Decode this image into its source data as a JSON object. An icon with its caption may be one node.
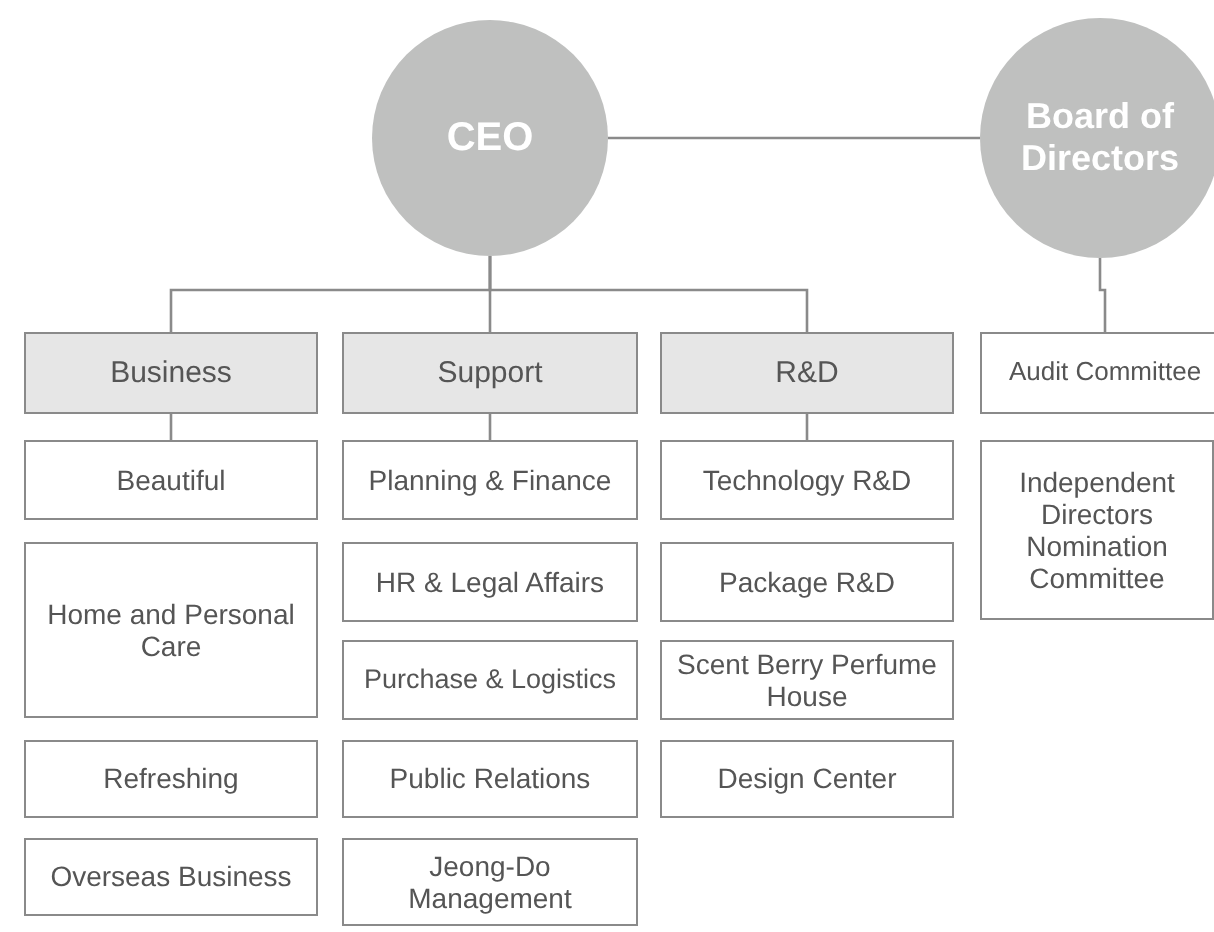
{
  "diagram": {
    "nodes": [
      {
        "text": [
          "CEO"
        ]
      },
      {
        "text": [
          "Board of Directors"
        ]
      },
      {
        "text": [
          "Business"
        ]
      },
      {
        "text": [
          "Support"
        ]
      },
      {
        "text": [
          "R&D"
        ]
      },
      {
        "text": [
          "Audit Committee"
        ]
      },
      {
        "text": [
          "Beautiful"
        ]
      },
      {
        "text": [
          "Home and Personal Care"
        ]
      },
      {
        "text": [
          "Refreshing"
        ]
      },
      {
        "text": [
          "Overseas Business"
        ]
      },
      {
        "text": [
          "Planning & Finance"
        ]
      },
      {
        "text": [
          "HR & Legal Affairs"
        ]
      },
      {
        "text": [
          "Purchase & Logistics"
        ]
      },
      {
        "text": [
          "Public Relations"
        ]
      },
      {
        "text": [
          "Jeong-Do Management"
        ]
      },
      {
        "text": [
          "Technology R&D"
        ]
      },
      {
        "text": [
          "Package R&D"
        ]
      },
      {
        "text": [
          "Scent Berry Perfume House"
        ]
      },
      {
        "text": [
          "Design Center"
        ]
      },
      {
        "text": [
          "Independent Directors Nomination Committee"
        ]
      }
    ],
    "edges": [
      {
        "from": 0,
        "to": 1,
        "arrow": "none"
      },
      {
        "from": 0,
        "to": 2,
        "arrow": "none"
      },
      {
        "from": 0,
        "to": 3,
        "arrow": "none"
      },
      {
        "from": 0,
        "to": 4,
        "arrow": "none"
      },
      {
        "from": 1,
        "to": 5,
        "arrow": "none"
      },
      {
        "from": 2,
        "to": 6,
        "arrow": "none"
      },
      {
        "from": 3,
        "to": 10,
        "arrow": "none"
      },
      {
        "from": 4,
        "to": 15,
        "arrow": "none"
      }
    ]
  }
}
